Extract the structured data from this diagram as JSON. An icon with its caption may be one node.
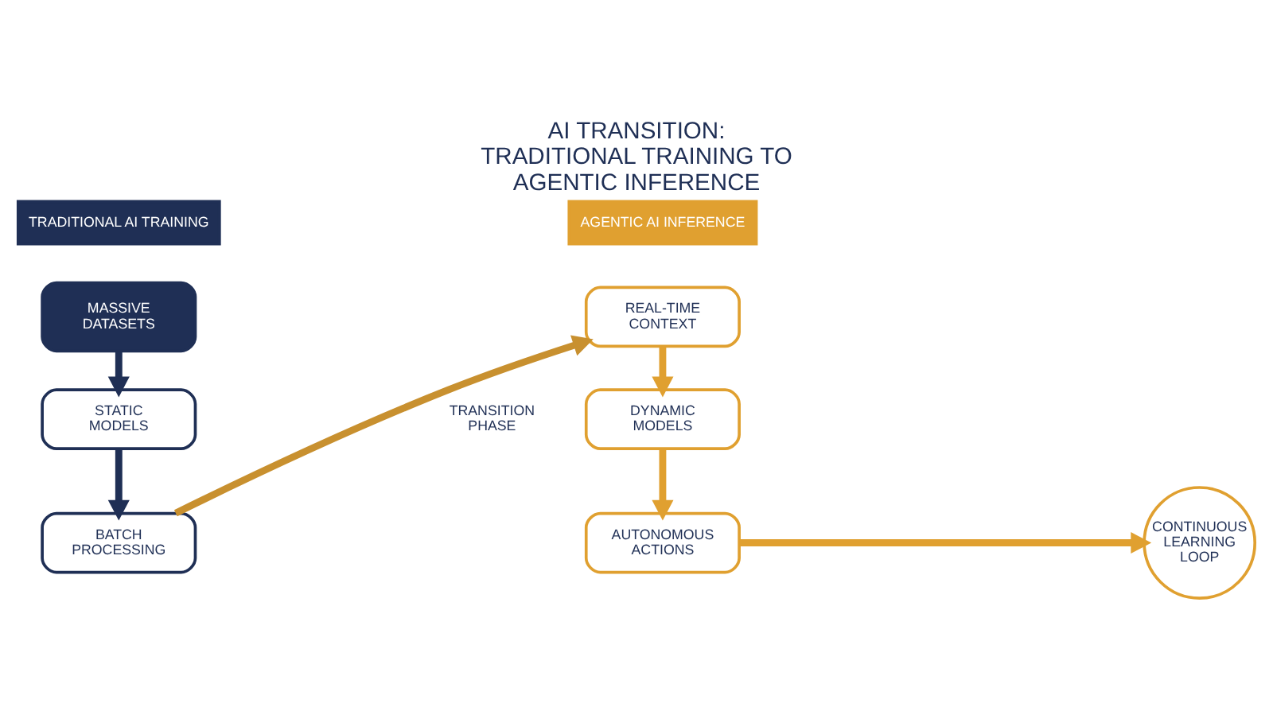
{
  "diagram": {
    "title": "AI TRANSITION: TRADITIONAL TRAINING TO AGENTIC INFERENCE",
    "nodes": [
      {
        "text": [
          "TRADITIONAL AI TRAINING"
        ]
      },
      {
        "text": [
          "MASSIVE DATASETS"
        ]
      },
      {
        "text": [
          "STATIC MODELS"
        ]
      },
      {
        "text": [
          "BATCH PROCESSING"
        ]
      },
      {
        "text": [
          "AGENTIC AI INFERENCE"
        ]
      },
      {
        "text": [
          "REAL-TIME CONTEXT"
        ]
      },
      {
        "text": [
          "DYNAMIC MODELS"
        ]
      },
      {
        "text": [
          "AUTONOMOUS ACTIONS"
        ]
      },
      {
        "text": [
          "CONTINUOUS LEARNING LOOP"
        ]
      }
    ],
    "edges": [
      {
        "from": 1,
        "to": 2,
        "arrow": "to",
        "color": "#1f2f55"
      },
      {
        "from": 2,
        "to": 3,
        "arrow": "to",
        "color": "#1f2f55"
      },
      {
        "from": 3,
        "to": 5,
        "arrow": "to",
        "label": "TRANSITION PHASE",
        "color": "#c8902f"
      },
      {
        "from": 5,
        "to": 6,
        "arrow": "to",
        "color": "#e0a030"
      },
      {
        "from": 6,
        "to": 7,
        "arrow": "to",
        "color": "#e0a030"
      },
      {
        "from": 7,
        "to": 8,
        "arrow": "to",
        "color": "#e0a030"
      }
    ]
  }
}
